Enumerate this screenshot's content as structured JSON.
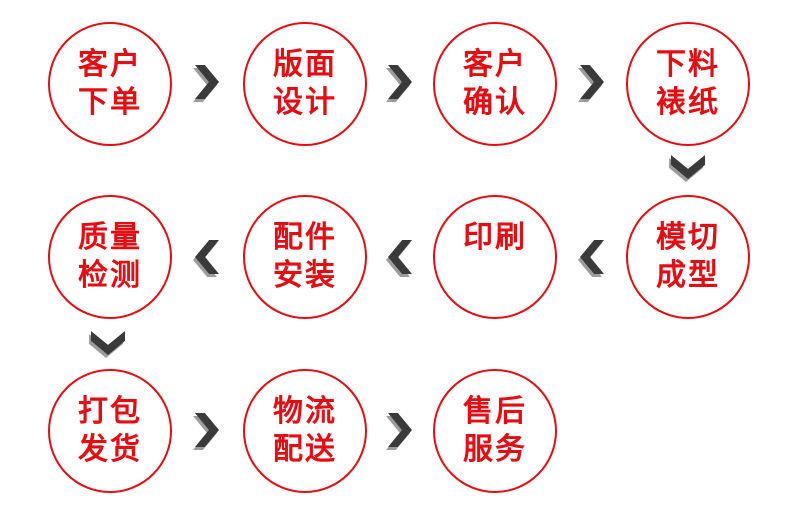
{
  "colors": {
    "accent": "#e60c12",
    "arrow_dark": "#3a3a3a",
    "arrow_light": "#9c9c9c",
    "background": "#ffffff"
  },
  "flow": {
    "steps": [
      {
        "id": "customer-order",
        "lines": [
          "客户",
          "下单"
        ]
      },
      {
        "id": "layout-design",
        "lines": [
          "版面",
          "设计"
        ]
      },
      {
        "id": "customer-confirm",
        "lines": [
          "客户",
          "确认"
        ]
      },
      {
        "id": "cutting-paper-mounting",
        "lines": [
          "下料",
          "裱纸"
        ]
      },
      {
        "id": "die-cutting-forming",
        "lines": [
          "模切",
          "成型"
        ]
      },
      {
        "id": "printing",
        "lines": [
          "印刷"
        ]
      },
      {
        "id": "accessory-installation",
        "lines": [
          "配件",
          "安装"
        ]
      },
      {
        "id": "quality-inspection",
        "lines": [
          "质量",
          "检测"
        ]
      },
      {
        "id": "packing-shipping",
        "lines": [
          "打包",
          "发货"
        ]
      },
      {
        "id": "logistics-delivery",
        "lines": [
          "物流",
          "配送"
        ]
      },
      {
        "id": "after-sales-service",
        "lines": [
          "售后",
          "服务"
        ]
      }
    ],
    "arrows": [
      "right",
      "right",
      "right",
      "down",
      "left",
      "left",
      "left",
      "down",
      "right",
      "right"
    ]
  }
}
